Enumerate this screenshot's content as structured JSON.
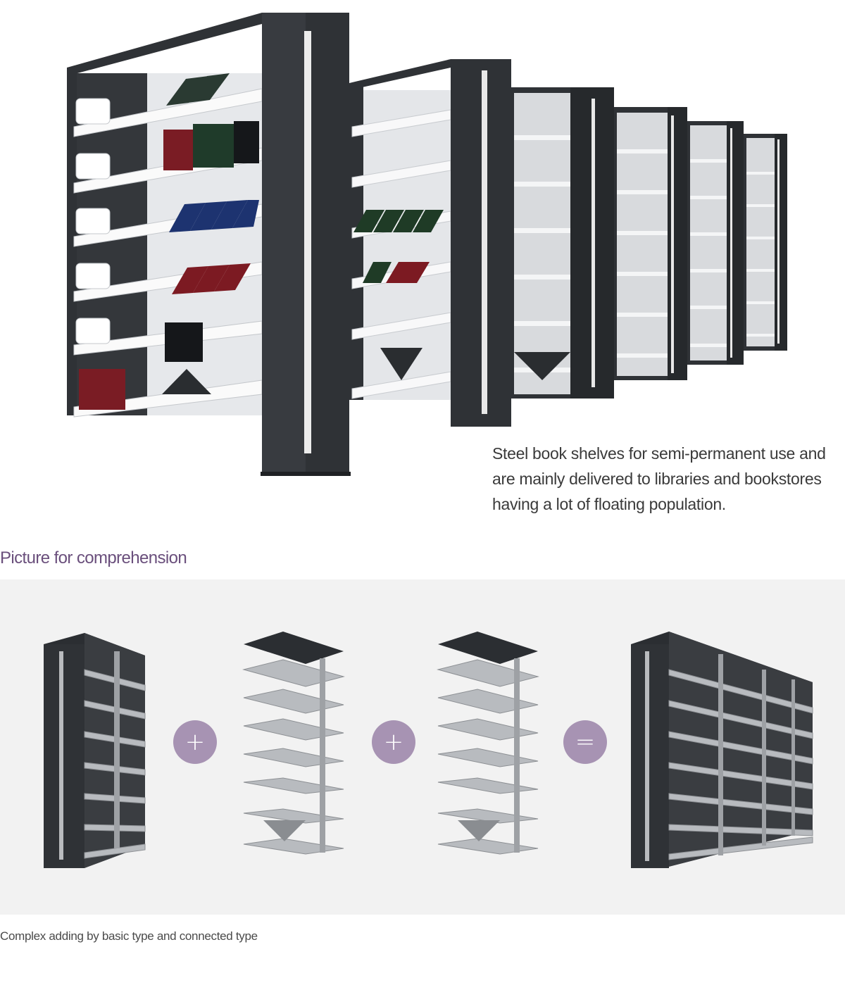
{
  "hero": {
    "image": "steel-library-bookshelf-rows",
    "description": "Steel book shelves for semi-permanent use and are mainly delivered to libraries and bookstores having a lot of floating population."
  },
  "comprehension": {
    "title": "Picture for comprehension",
    "units": [
      {
        "image": "basic-type-shelf-unit"
      },
      {
        "image": "connected-type-shelf-unit"
      },
      {
        "image": "connected-type-shelf-unit"
      },
      {
        "image": "complex-shelf-unit"
      }
    ],
    "operators": [
      "+",
      "+",
      "="
    ],
    "caption": "Complex adding by basic type and connected type"
  },
  "colors": {
    "frame_dark": "#2f3236",
    "shelf_white": "#f0f1f3",
    "shelf_grey": "#a9acb0",
    "accent_purple": "#a793b3",
    "title_purple": "#6a4f7c",
    "panel_bg": "#f2f2f2"
  }
}
